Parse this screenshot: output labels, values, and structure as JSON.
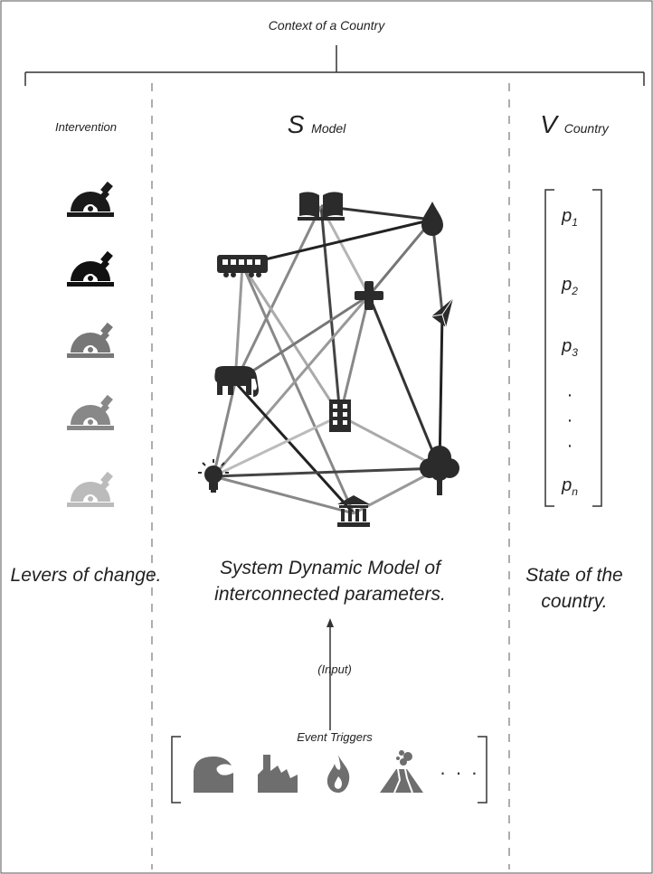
{
  "context_title": "Context of a Country",
  "columns": {
    "left": {
      "header": "Intervention",
      "caption": "Levers of change."
    },
    "middle": {
      "header_main": "S",
      "header_sub": "Model",
      "caption": "System Dynamic Model of interconnected parameters."
    },
    "right": {
      "header_main": "V",
      "header_sub": "Country",
      "caption": "State of the country."
    }
  },
  "levers": [
    {
      "icon": "lever-icon",
      "color": "#1a1a1a"
    },
    {
      "icon": "lever-icon",
      "color": "#111111"
    },
    {
      "icon": "lever-icon",
      "color": "#777777"
    },
    {
      "icon": "lever-icon",
      "color": "#888888"
    },
    {
      "icon": "lever-icon",
      "color": "#bbbbbb"
    }
  ],
  "network": {
    "nodes": [
      {
        "id": "education",
        "icon": "book-icon"
      },
      {
        "id": "water",
        "icon": "water-drop-icon"
      },
      {
        "id": "transport",
        "icon": "train-icon"
      },
      {
        "id": "health",
        "icon": "medical-cross-icon"
      },
      {
        "id": "mineral",
        "icon": "crystal-icon"
      },
      {
        "id": "wildlife",
        "icon": "elephant-icon"
      },
      {
        "id": "housing",
        "icon": "building-icon"
      },
      {
        "id": "energy",
        "icon": "light-bulb-icon"
      },
      {
        "id": "forest",
        "icon": "tree-icon"
      },
      {
        "id": "government",
        "icon": "government-building-icon"
      }
    ],
    "edges": [
      {
        "from": "education",
        "to": "water",
        "color": "#333333"
      },
      {
        "from": "education",
        "to": "health",
        "color": "#b5b5b5"
      },
      {
        "from": "education",
        "to": "housing",
        "color": "#444444"
      },
      {
        "from": "education",
        "to": "wildlife",
        "color": "#888888"
      },
      {
        "from": "water",
        "to": "transport",
        "color": "#222222"
      },
      {
        "from": "water",
        "to": "health",
        "color": "#777777"
      },
      {
        "from": "water",
        "to": "mineral",
        "color": "#555555"
      },
      {
        "from": "mineral",
        "to": "forest",
        "color": "#222222"
      },
      {
        "from": "transport",
        "to": "wildlife",
        "color": "#999999"
      },
      {
        "from": "transport",
        "to": "housing",
        "color": "#aaaaaa"
      },
      {
        "from": "transport",
        "to": "government",
        "color": "#888888"
      },
      {
        "from": "health",
        "to": "wildlife",
        "color": "#777777"
      },
      {
        "from": "health",
        "to": "housing",
        "color": "#888888"
      },
      {
        "from": "health",
        "to": "energy",
        "color": "#999999"
      },
      {
        "from": "health",
        "to": "forest",
        "color": "#333333"
      },
      {
        "from": "wildlife",
        "to": "energy",
        "color": "#888888"
      },
      {
        "from": "wildlife",
        "to": "government",
        "color": "#222222"
      },
      {
        "from": "housing",
        "to": "energy",
        "color": "#bbbbbb"
      },
      {
        "from": "housing",
        "to": "forest",
        "color": "#aaaaaa"
      },
      {
        "from": "energy",
        "to": "forest",
        "color": "#444444"
      },
      {
        "from": "energy",
        "to": "government",
        "color": "#888888"
      },
      {
        "from": "government",
        "to": "forest",
        "color": "#999999"
      }
    ]
  },
  "vector": {
    "items": [
      "p",
      "p",
      "p",
      "p"
    ],
    "subscripts": [
      "1",
      "2",
      "3",
      "n"
    ],
    "dots": [
      "·",
      "·",
      "·"
    ]
  },
  "input_label": "(Input)",
  "event_triggers": {
    "label": "Event Triggers",
    "icons": [
      "tsunami-icon",
      "factory-ruin-icon",
      "fire-icon",
      "volcano-icon"
    ],
    "ellipsis": "· · ·",
    "color": "#6e6e6e"
  }
}
